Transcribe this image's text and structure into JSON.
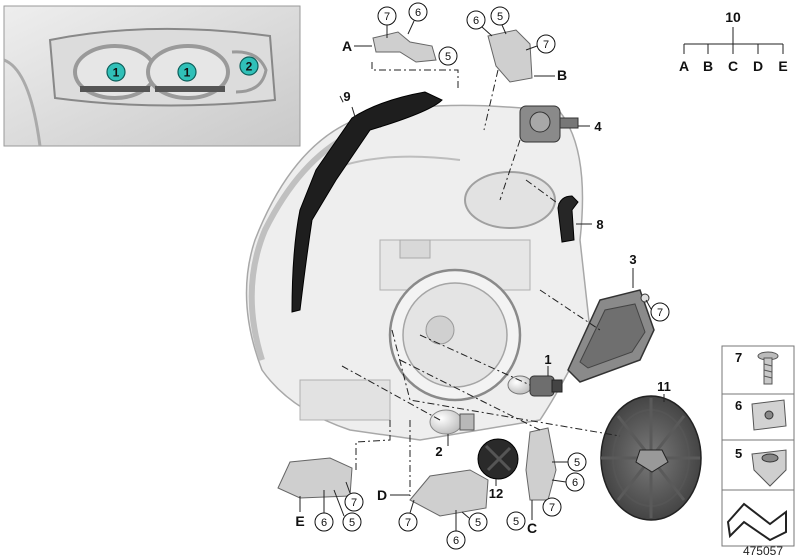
{
  "inset": {
    "lamp_labels": [
      "1",
      "1",
      "2"
    ]
  },
  "callouts": {
    "n1": "1",
    "n2": "2",
    "n3": "3",
    "n4": "4",
    "n8": "8",
    "n9": "9",
    "n11": "11",
    "n12": "12",
    "c7_a": "7",
    "c6_a": "6",
    "c5_a": "5",
    "c6_b": "6",
    "c5_b": "5",
    "c7_b": "7",
    "c7_3": "7",
    "c5_c1": "5",
    "c6_c": "6",
    "c7_c": "7",
    "c5_c2": "5",
    "c7_e": "7",
    "c6_e": "6",
    "c5_e": "5",
    "c7_d": "7",
    "c6_d": "6",
    "c5_d": "5"
  },
  "letters": {
    "A": "A",
    "B": "B",
    "C": "C",
    "D": "D",
    "E": "E"
  },
  "tree": {
    "root": "10",
    "leaves": [
      "A",
      "B",
      "C",
      "D",
      "E"
    ]
  },
  "sidebar": {
    "items": [
      "7",
      "6",
      "5"
    ]
  },
  "footer": {
    "diagram_number": "475057"
  }
}
